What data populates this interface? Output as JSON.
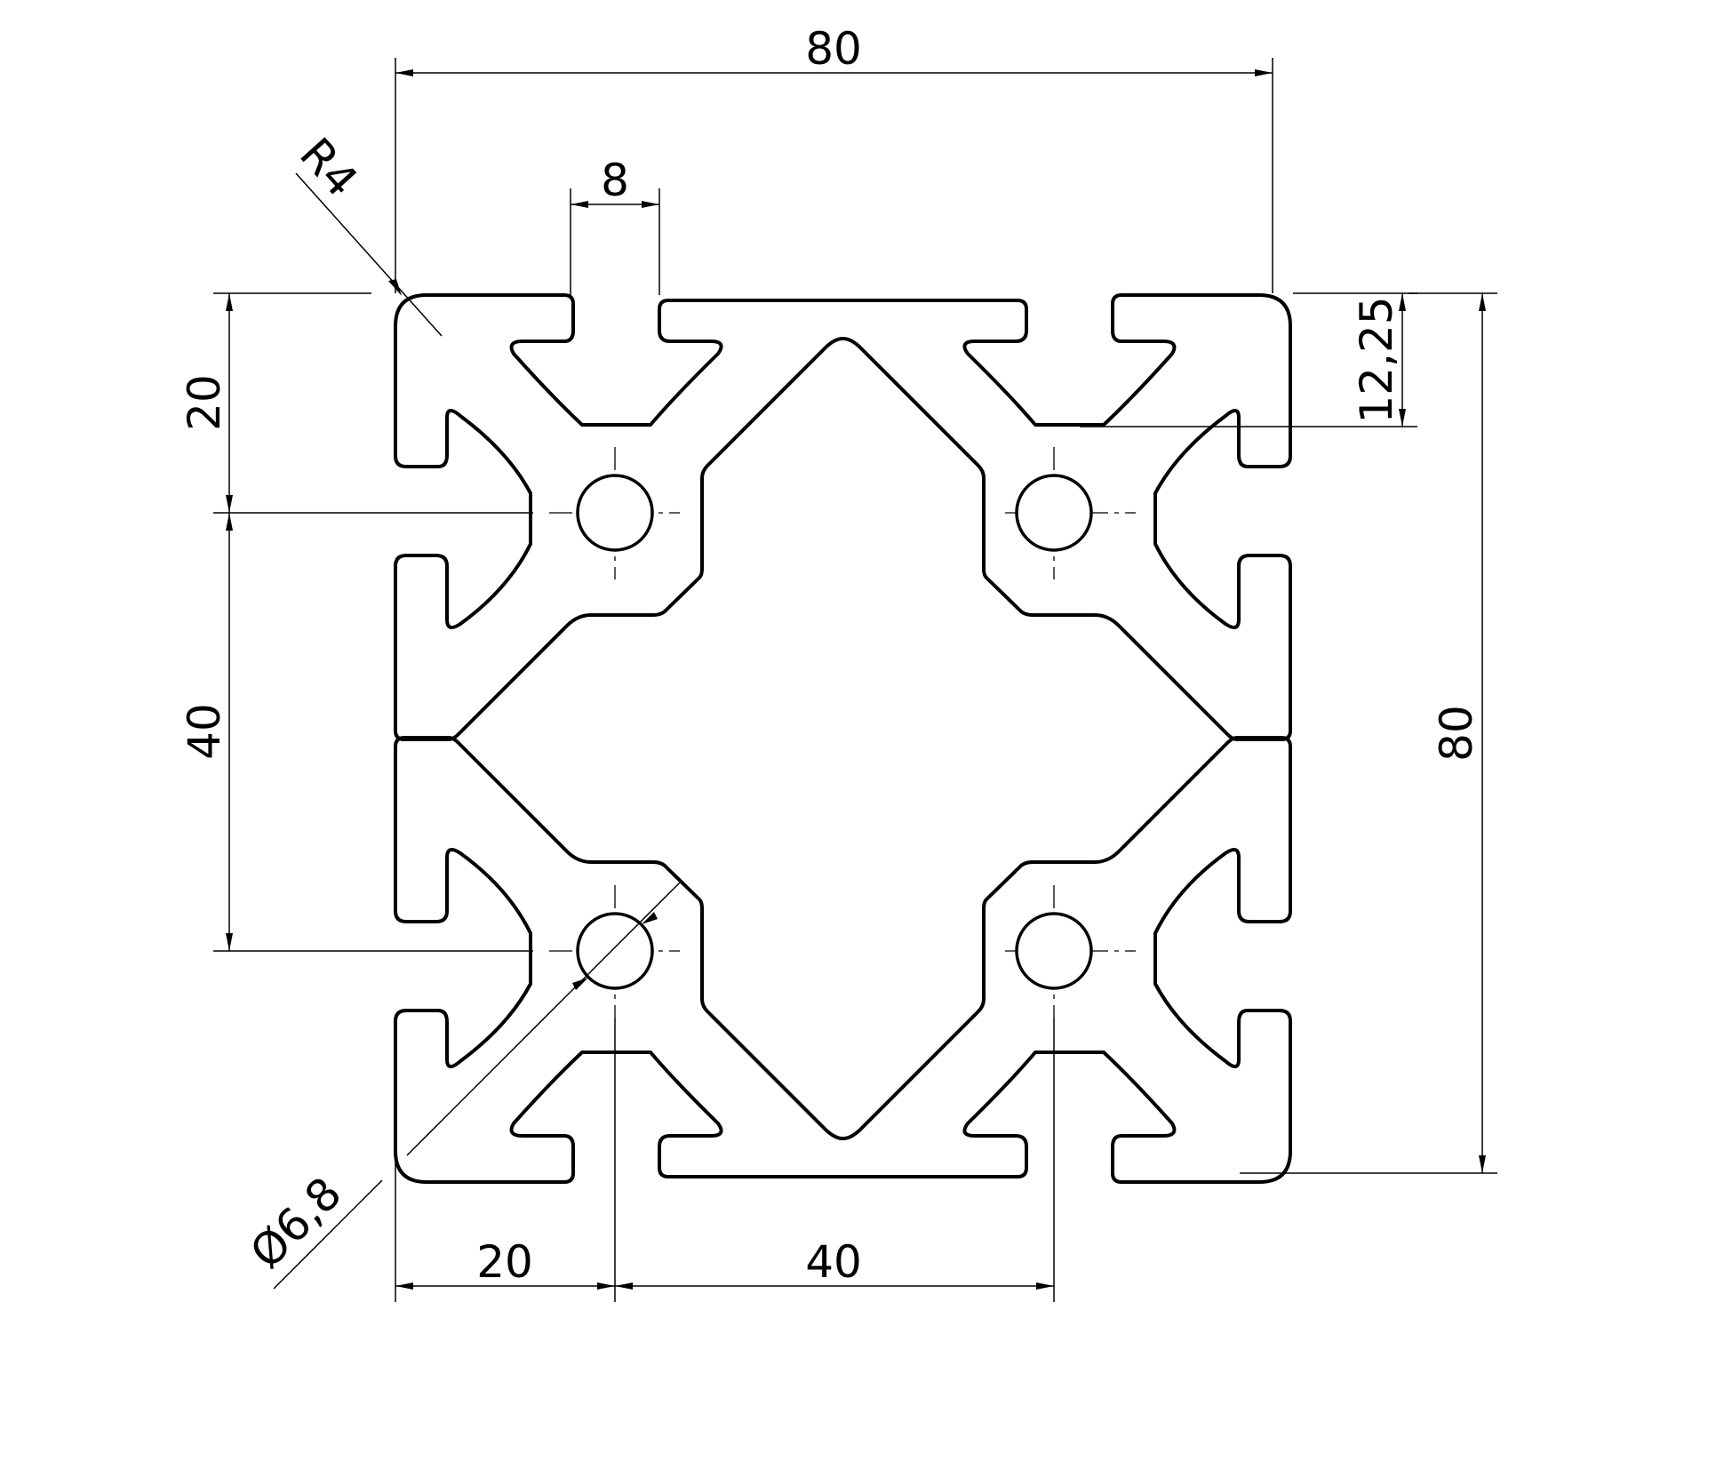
{
  "drawing": {
    "labels": {
      "overall_width": "80",
      "slot_width": "8",
      "corner_radius": "R4",
      "slot_depth": "12,25",
      "overall_height": "80",
      "left_offset_top": "20",
      "left_pitch": "40",
      "hole_diameter": "Ø6,8",
      "bottom_offset": "20",
      "bottom_pitch": "40"
    },
    "line_color": "#000000",
    "background": "#ffffff"
  }
}
